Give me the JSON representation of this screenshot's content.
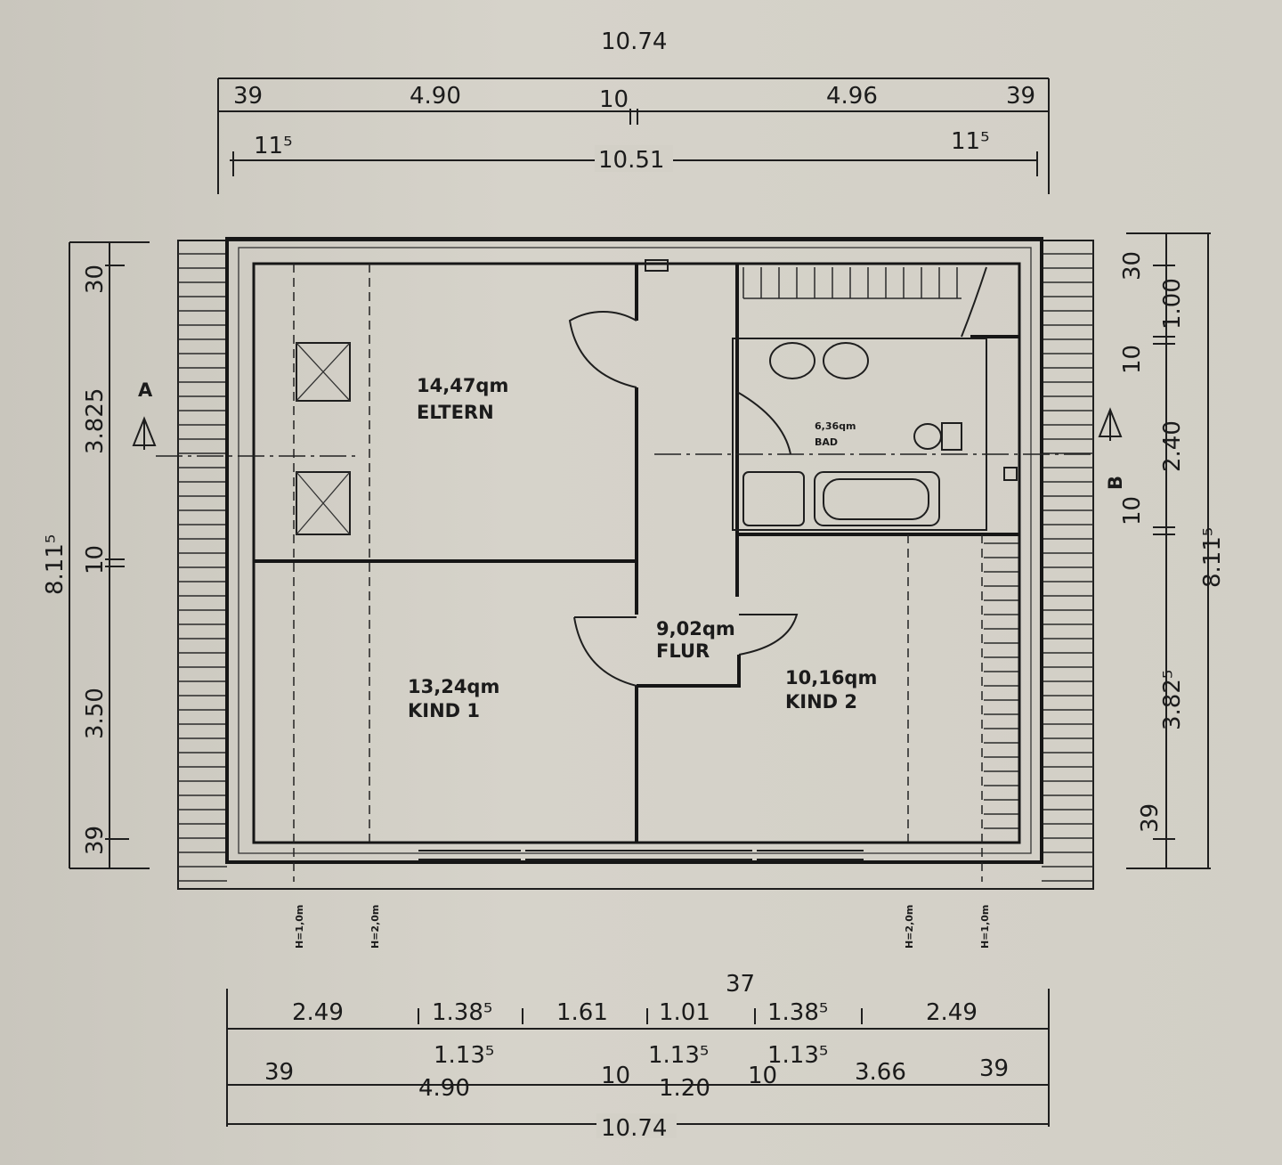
{
  "title": "Dachgeschoss Grundriss",
  "rooms": {
    "eltern": {
      "area": "14,47qm",
      "name": "ELTERN"
    },
    "kind1": {
      "area": "13,24qm",
      "name": "KIND 1"
    },
    "kind2": {
      "area": "10,16qm",
      "name": "KIND 2"
    },
    "flur": {
      "area": "9,02qm",
      "name": "FLUR"
    },
    "bad": {
      "area": "6,36qm",
      "name": "BAD"
    }
  },
  "top_dims": {
    "overall": "10.74",
    "left_edge": "39",
    "left_room": "4.90",
    "mid_wall": "10",
    "right_room": "4.96",
    "right_edge": "39",
    "left_offset": "11⁵",
    "right_offset": "11⁵",
    "inner": "10.51"
  },
  "left_dims": {
    "total": "8.11⁵",
    "d1": "30",
    "d2": "3.825",
    "d3": "10",
    "d4": "3.50",
    "d5": "39"
  },
  "right_dims": {
    "total": "8.11⁵",
    "d1": "30",
    "d2": "1.00",
    "d3": "10",
    "d4": "2.40",
    "d5": "10",
    "d6": "3.82⁵",
    "d7": "39"
  },
  "bottom_dims": {
    "top_mark": "37",
    "row1": [
      "2.49",
      "1.38⁵",
      "1.61",
      "1.01",
      "1.38⁵",
      "2.49"
    ],
    "row2": [
      "1.13⁵",
      "1.13⁵",
      "1.13⁵"
    ],
    "row3": [
      "39",
      "4.90",
      "10",
      "1.20",
      "10",
      "3.66",
      "39"
    ],
    "overall": "10.74"
  },
  "heights": [
    "H=1,0m",
    "H=2,0m",
    "H=2,0m",
    "H=1,0m"
  ],
  "section_marks": [
    "A",
    "B"
  ]
}
